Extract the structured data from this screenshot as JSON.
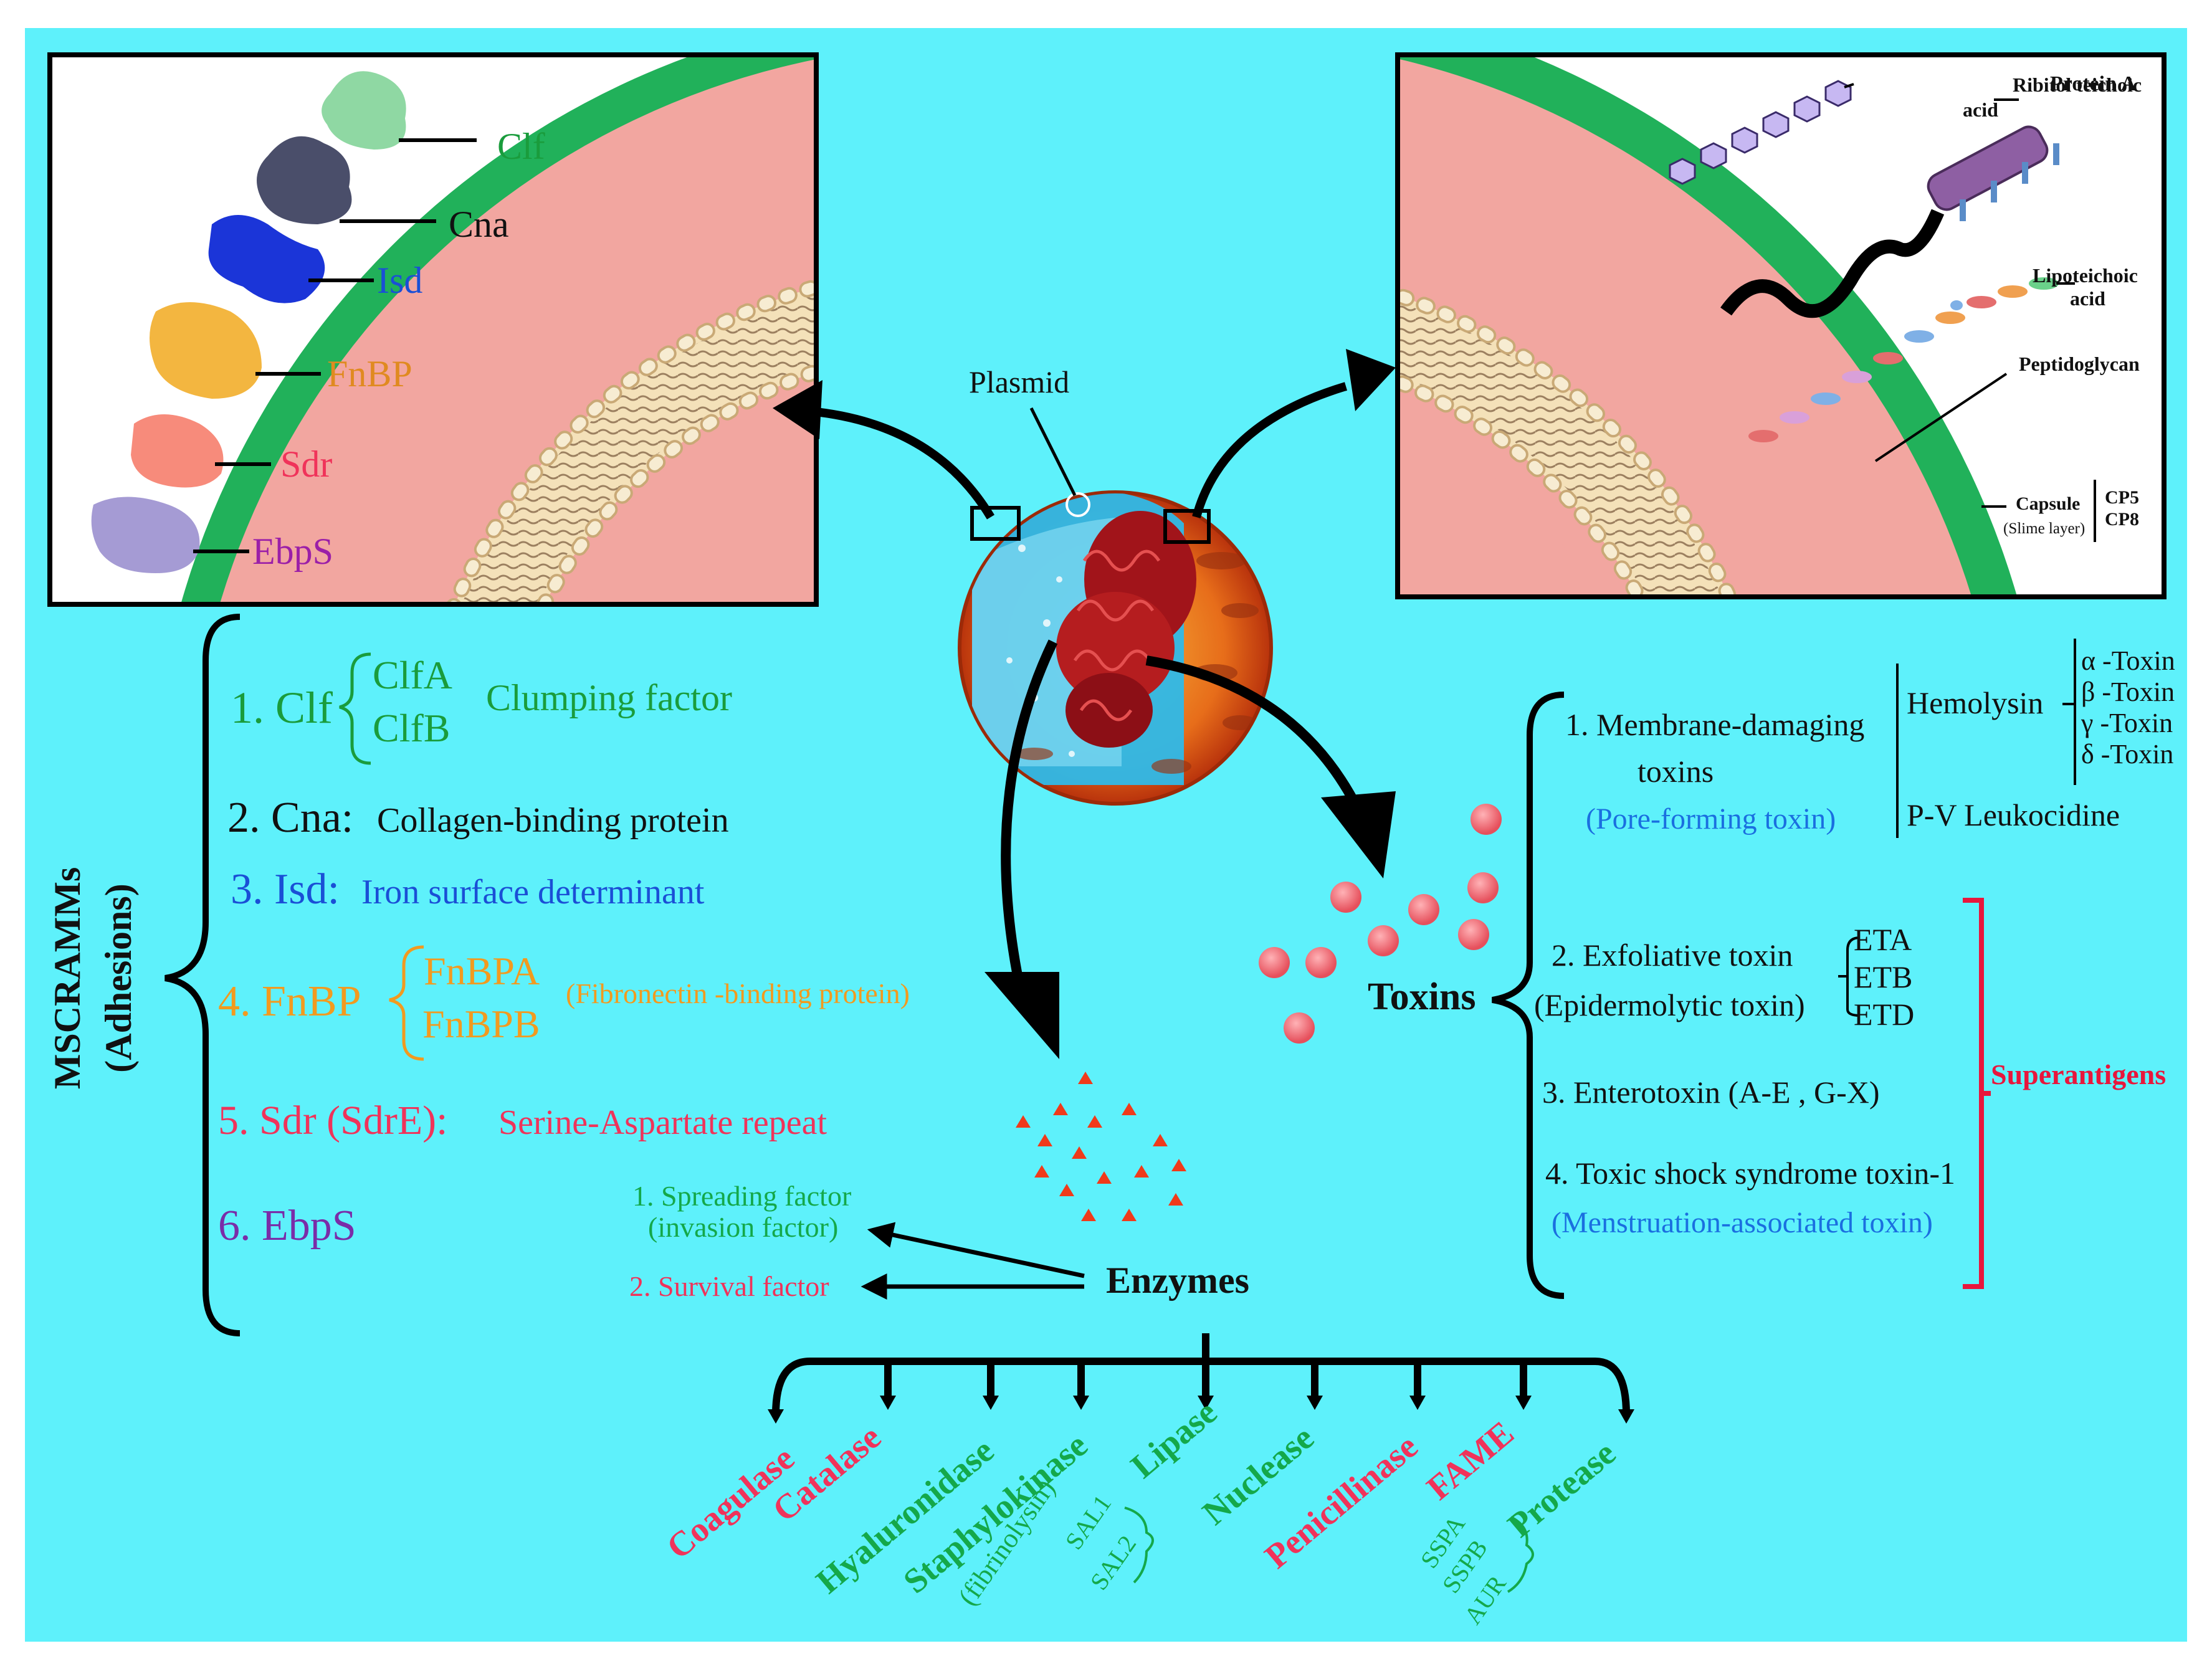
{
  "colors": {
    "background": "#5ef1fb",
    "cell_wall_green": "#21b15a",
    "membrane_pink": "#f2a6a0",
    "clf_green": "#1a9c3c",
    "cna_black": "#111111",
    "isd_blue": "#1a4fd6",
    "fnbp_orange": "#f29a1f",
    "sdr_red": "#f0335a",
    "ebps_purple": "#7a2ca8",
    "enzyme_red": "#f0335a",
    "enzyme_green": "#14a84a",
    "toxin_blue": "#1a6fe0",
    "superantigen_red": "#e8163c",
    "toxin_dot": "#ef6b74",
    "enzyme_triangle": "#f03a1a"
  },
  "left_panel": {
    "labels": {
      "clf": "Clf",
      "cna": "Cna",
      "isd": "Isd",
      "fnbp": "FnBP",
      "sdr": "Sdr",
      "ebps": "EbpS"
    }
  },
  "right_panel": {
    "labels": {
      "ribitol_line1": "Ribitol teichoic",
      "ribitol_line2": "acid",
      "protein_a": "Protein A",
      "lipo_line1": "Lipoteichoic",
      "lipo_line2": "acid",
      "peptidoglycan": "Peptidoglycan",
      "capsule": "Capsule",
      "slime": "(Slime layer)",
      "cp5": "CP5",
      "cp8": "CP8"
    }
  },
  "center": {
    "plasmid": "Plasmid",
    "toxins_title": "Toxins",
    "enzymes_title": "Enzymes"
  },
  "mscramms": {
    "group_title": "MSCRAMMs",
    "group_subtitle": "(Adhesions)",
    "clf_num": "1. Clf",
    "clfa": "ClfA",
    "clfb": "ClfB",
    "clf_desc": "Clumping factor",
    "cna_num": "2. Cna:",
    "cna_desc": "Collagen-binding protein",
    "isd_num": "3. Isd:",
    "isd_desc": "Iron surface determinant",
    "fnbp_num": "4. FnBP",
    "fnbpa": "FnBPA",
    "fnbpb": "FnBPB",
    "fnbp_desc": "(Fibronectin -binding protein)",
    "sdr_num": "5. Sdr (SdrE):",
    "sdr_desc": "Serine-Aspartate repeat",
    "ebps_num": "6. EbpS"
  },
  "enzyme_factors": {
    "spreading_line1": "1. Spreading factor",
    "spreading_line2": "(invasion factor)",
    "survival": "2. Survival factor"
  },
  "enzymes": {
    "coagulase": "Coagulase",
    "catalase": "Catalase",
    "hyaluronidase": "Hyaluronidase",
    "staphylokinase": "Staphylokinase",
    "fibrinolysin": "(fibrinolysin)",
    "lipase": "Lipase",
    "sal1": "SAL1",
    "sal2": "SAL2",
    "nuclease": "Nuclease",
    "penicillinase": "Penicillinase",
    "fame": "FAME",
    "protease": "Protease",
    "sspa": "SSPA",
    "sspb": "SSPB",
    "aur": "AUR"
  },
  "toxins": {
    "membrane_line1": "1. Membrane-damaging",
    "membrane_line2": "toxins",
    "pore_forming": "(Pore-forming toxin)",
    "hemolysin": "Hemolysin",
    "alpha": "α -Toxin",
    "beta": "β -Toxin",
    "gamma": "γ -Toxin",
    "delta": "δ -Toxin",
    "pv": "P-V Leukocidine",
    "exfoliative": "2. Exfoliative toxin",
    "epidermolytic": "(Epidermolytic toxin)",
    "eta": "ETA",
    "etb": "ETB",
    "etd": "ETD",
    "enterotoxin": "3. Enterotoxin (A-E , G-X)",
    "tsst": "4. Toxic shock syndrome toxin-1",
    "menstruation": "(Menstruation-associated toxin)",
    "superantigens": "Superantigens"
  }
}
